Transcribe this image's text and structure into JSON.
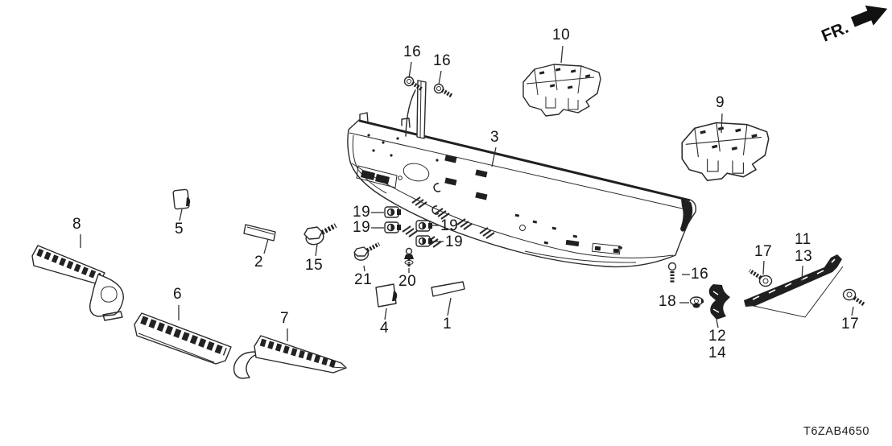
{
  "diagram": {
    "code": "T6ZAB4650",
    "fr_label": "FR."
  },
  "callouts": [
    {
      "id": "16-screw-top-left",
      "text": "16"
    },
    {
      "id": "16-screw-top-right",
      "text": "16"
    },
    {
      "id": "10-absorber",
      "text": "10"
    },
    {
      "id": "9-absorber",
      "text": "9"
    },
    {
      "id": "3-bumper-face",
      "text": "3"
    },
    {
      "id": "8-garnish-left",
      "text": "8"
    },
    {
      "id": "5-pad",
      "text": "5"
    },
    {
      "id": "2-tape",
      "text": "2"
    },
    {
      "id": "6-step-garnish",
      "text": "6"
    },
    {
      "id": "7-step-garnish-right",
      "text": "7"
    },
    {
      "id": "15-bolt",
      "text": "15"
    },
    {
      "id": "21-bolt",
      "text": "21"
    },
    {
      "id": "19-clip-a",
      "text": "19"
    },
    {
      "id": "19-clip-b",
      "text": "19"
    },
    {
      "id": "19-clip-c",
      "text": "19"
    },
    {
      "id": "19-clip-d",
      "text": "19"
    },
    {
      "id": "20-clip",
      "text": "20"
    },
    {
      "id": "4-pad",
      "text": "4"
    },
    {
      "id": "1-tape",
      "text": "1"
    },
    {
      "id": "16-screw-lower-right",
      "text": "16"
    },
    {
      "id": "18-grommet",
      "text": "18"
    },
    {
      "id": "12-bracket",
      "text": "12"
    },
    {
      "id": "14-bracket",
      "text": "14"
    },
    {
      "id": "17-screw-upper",
      "text": "17"
    },
    {
      "id": "11-side-bracket",
      "text": "11"
    },
    {
      "id": "13-side-bracket",
      "text": "13"
    },
    {
      "id": "17-screw-lower",
      "text": "17"
    }
  ]
}
